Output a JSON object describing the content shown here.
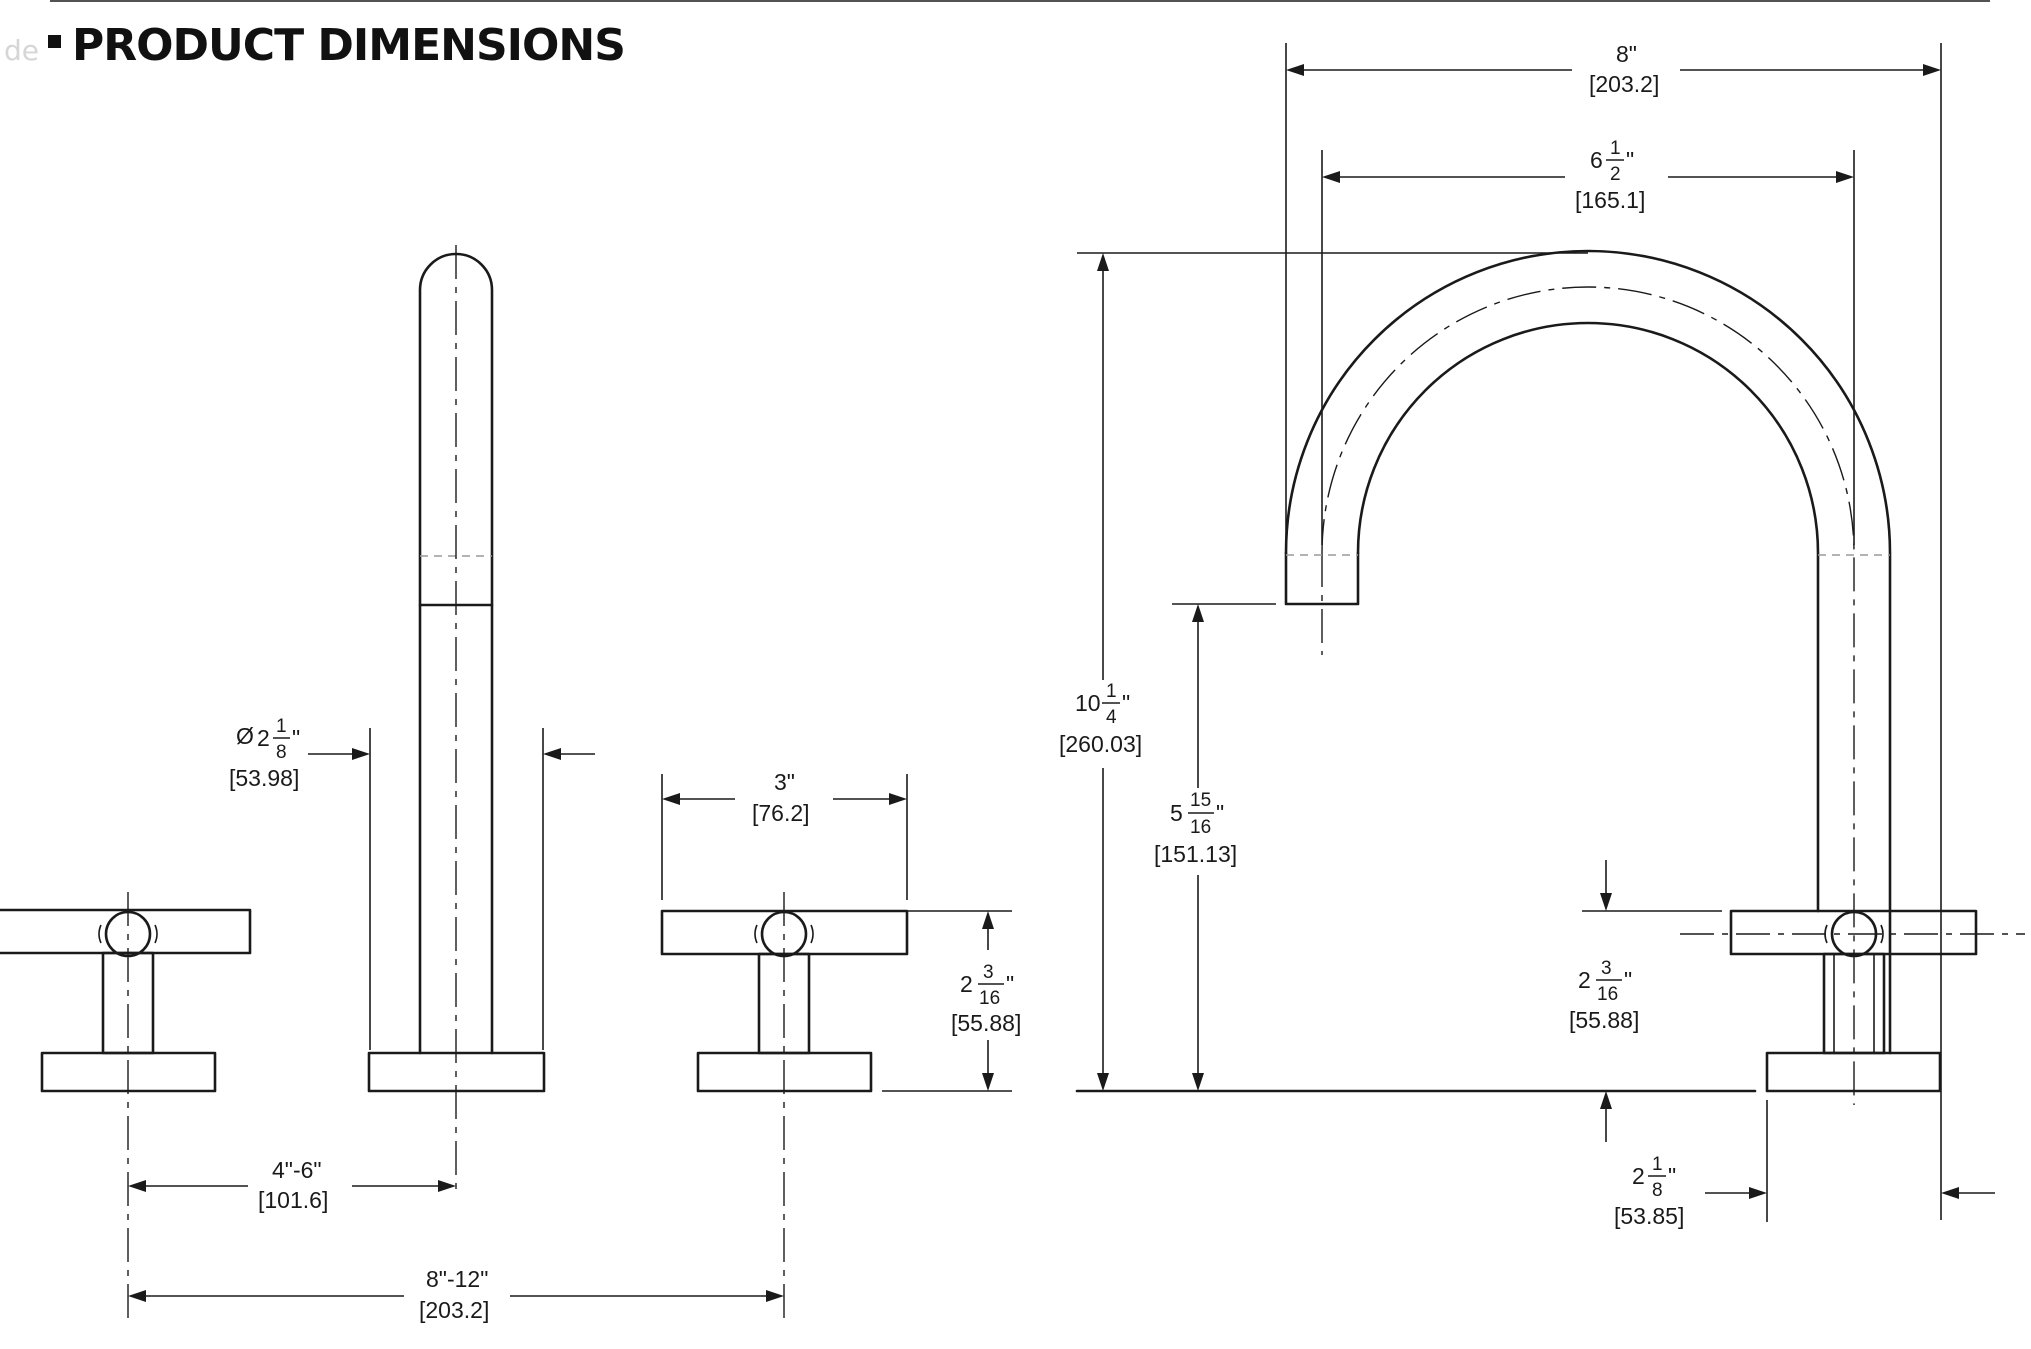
{
  "header": {
    "title": "PRODUCT DIMENSIONS",
    "watermark": "de"
  },
  "dimensions": {
    "overall_width": {
      "primary": "8\"",
      "metric": "[203.2]"
    },
    "spout_reach": {
      "whole": "6",
      "num": "1",
      "den": "2",
      "metric": "[165.1]"
    },
    "spout_height": {
      "whole": "10",
      "num": "1",
      "den": "4",
      "metric": "[260.03]"
    },
    "spout_clearance": {
      "whole": "5",
      "num": "15",
      "den": "16",
      "metric": "[151.13]"
    },
    "handle_height_front": {
      "whole": "2",
      "num": "3",
      "den": "16",
      "metric": "[55.88]"
    },
    "handle_height_side": {
      "whole": "2",
      "num": "3",
      "den": "16",
      "metric": "[55.88]"
    },
    "base_diameter": {
      "symbol": "Ø",
      "whole": "2",
      "num": "1",
      "den": "8",
      "metric": "[53.98]"
    },
    "base_width_side": {
      "whole": "2",
      "num": "1",
      "den": "8",
      "metric": "[53.85]"
    },
    "handle_length": {
      "primary": "3\"",
      "metric": "[76.2]"
    },
    "center_to_spout": {
      "primary": "4\"-6\"",
      "metric": "[101.6]"
    },
    "widespread": {
      "primary": "8\"-12\"",
      "metric": "[203.2]"
    }
  },
  "colors": {
    "line": "#1a1a1a",
    "hidden": "#9a9a9a",
    "background": "#ffffff"
  }
}
